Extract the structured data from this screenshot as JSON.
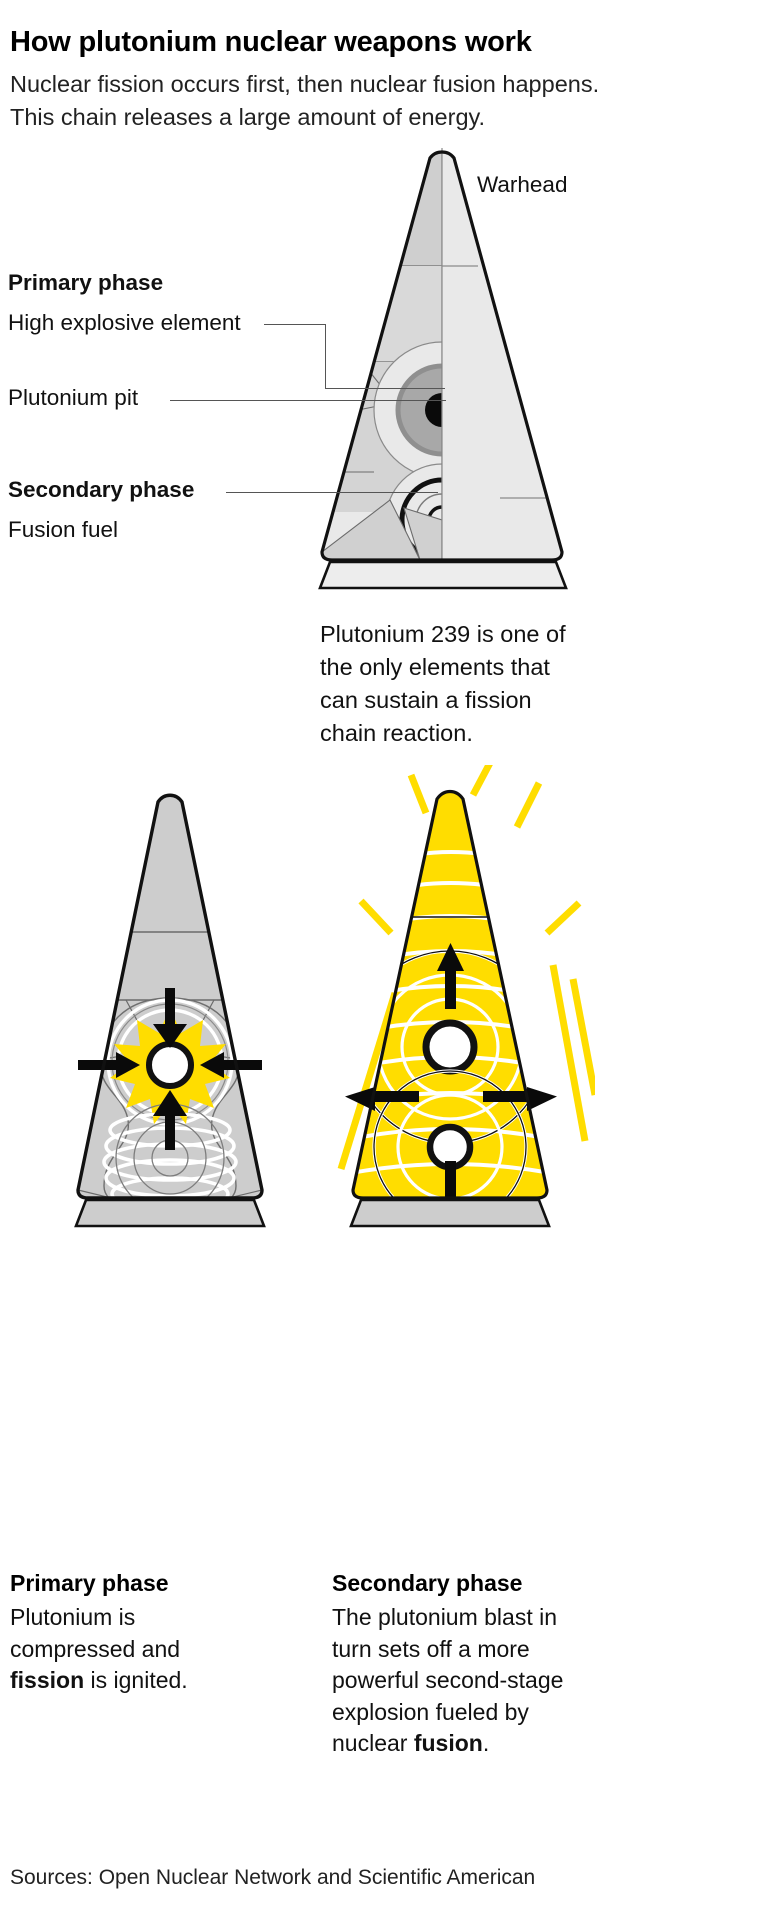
{
  "header": {
    "title": "How plutonium nuclear weapons work",
    "subtitle_line1": "Nuclear fission occurs first, then nuclear fusion happens.",
    "subtitle_line2": "This chain releases a large amount of energy."
  },
  "main_diagram": {
    "warhead_label": "Warhead",
    "primary_phase_label": "Primary phase",
    "high_explosive_label": "High explosive element",
    "plutonium_pit_label": "Plutonium pit",
    "secondary_phase_label": "Secondary phase",
    "fusion_fuel_label": "Fusion fuel"
  },
  "note": {
    "line1": "Plutonium 239 is one of",
    "line2": "the only elements that",
    "line3": "can sustain a fission",
    "line4": "chain reaction."
  },
  "panels": [
    {
      "key": "primary",
      "caption_title": "Primary phase",
      "caption_line1": "Plutonium is",
      "caption_line2": "compressed and",
      "caption_line3_pre": "",
      "caption_line3_bold": "fission",
      "caption_line3_post": " is ignited."
    },
    {
      "key": "secondary",
      "caption_title": "Secondary phase",
      "caption_line1": "The plutonium blast in",
      "caption_line2": "turn sets off a more",
      "caption_line3": "powerful second-stage",
      "caption_line4": "explosion fueled by",
      "caption_line5_pre": "nuclear ",
      "caption_line5_bold": "fusion",
      "caption_line5_post": "."
    }
  ],
  "sources": "Sources: Open Nuclear Network and Scientific American",
  "colors": {
    "yellow": "#FFDD00",
    "light_gray": "#E8E8E8",
    "mid_gray": "#CFCFCF",
    "dark_gray": "#9A9A9A",
    "outline": "#111111",
    "white": "#FFFFFF"
  }
}
